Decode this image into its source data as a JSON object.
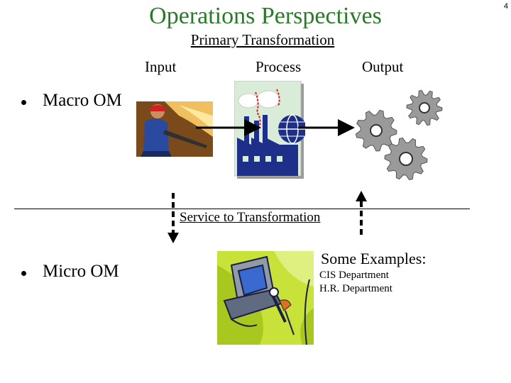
{
  "slide": {
    "title": "Operations Perspectives",
    "subtitle": "Primary Transformation",
    "page_number": "4",
    "columns": {
      "input": "Input",
      "process": "Process",
      "output": "Output"
    },
    "macro_label": "Macro OM",
    "micro_label": "Micro OM",
    "service_label": "Service to Transformation",
    "examples_heading": "Some Examples:",
    "examples": [
      "CIS Department",
      "H.R. Department"
    ]
  },
  "icons": {
    "input": "worker-welding-clipart",
    "process": "factory-globe-clipart",
    "output": "gears-clipart",
    "micro": "computer-repair-clipart",
    "bullet": "bullet-dot"
  },
  "colors": {
    "title": "#2a7a2a",
    "factory": "#1e2f8a",
    "gear": "#9a9a9a",
    "micro_bg": "#c8e23a"
  }
}
